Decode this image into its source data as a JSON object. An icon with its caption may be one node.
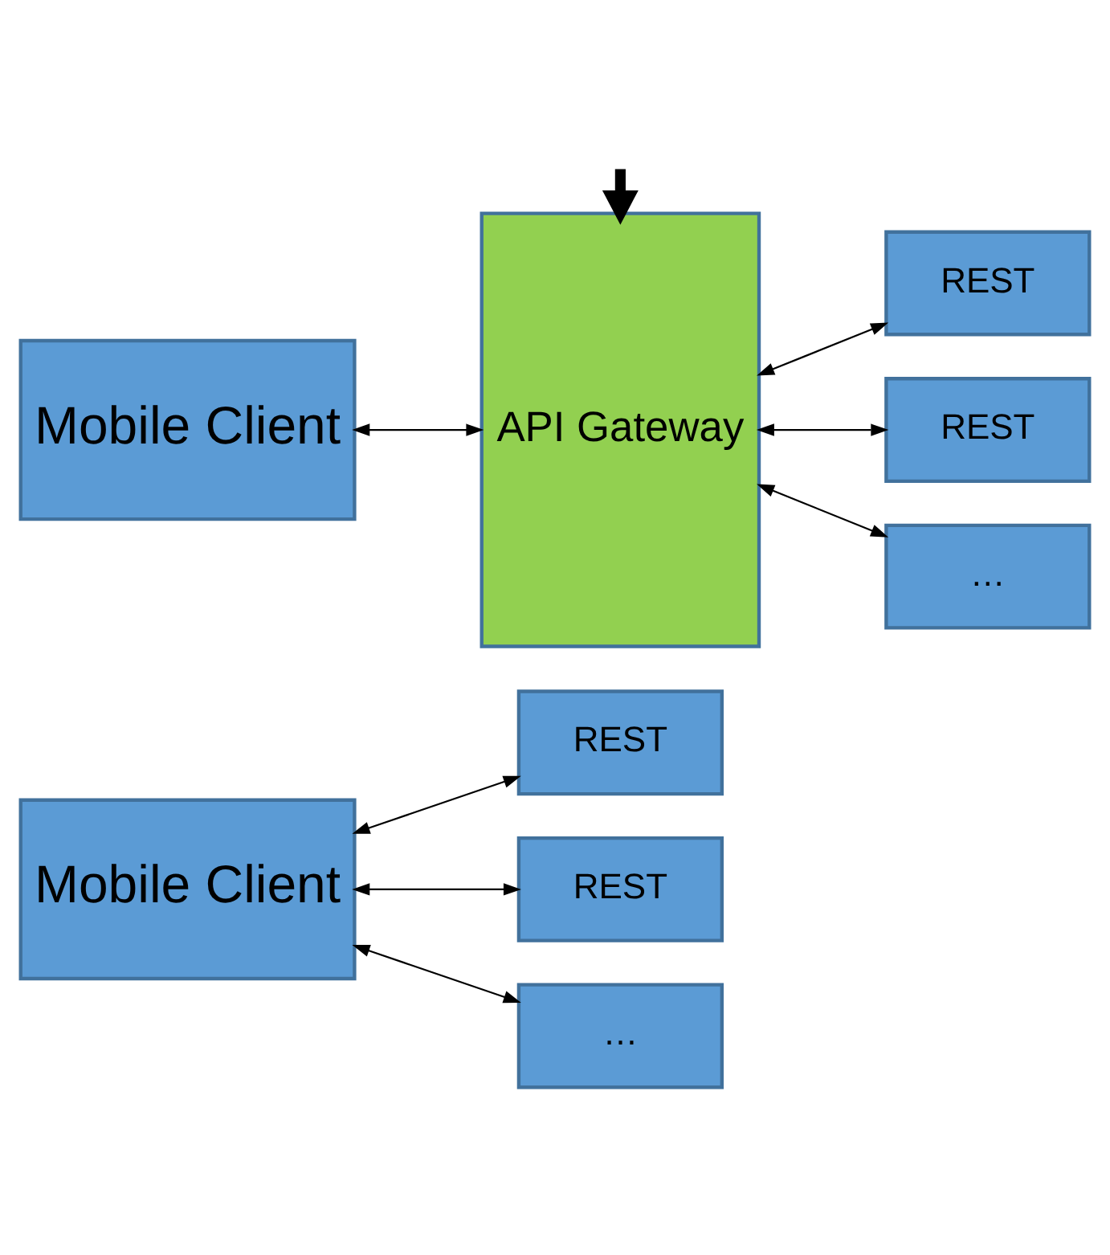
{
  "diagram": {
    "nodes": [
      {
        "text": [
          "Mobile Client"
        ]
      },
      {
        "text": [
          "REST"
        ]
      },
      {
        "text": [
          "REST"
        ]
      },
      {
        "text": [
          "…"
        ]
      },
      {
        "text": [
          "Mobile Client"
        ]
      },
      {
        "text": [
          "API Gateway"
        ]
      },
      {
        "text": [
          "REST"
        ]
      },
      {
        "text": [
          "REST"
        ]
      },
      {
        "text": [
          "…"
        ]
      }
    ],
    "edges": [
      {
        "from": 0,
        "to": 1,
        "arrow": "both"
      },
      {
        "from": 0,
        "to": 2,
        "arrow": "both"
      },
      {
        "from": 0,
        "to": 3,
        "arrow": "both"
      },
      {
        "from": null,
        "to": 5,
        "arrow": "to",
        "style": "thick"
      },
      {
        "from": 4,
        "to": 5,
        "arrow": "both"
      },
      {
        "from": 5,
        "to": 6,
        "arrow": "both"
      },
      {
        "from": 5,
        "to": 7,
        "arrow": "both"
      },
      {
        "from": 5,
        "to": 8,
        "arrow": "both"
      }
    ]
  }
}
